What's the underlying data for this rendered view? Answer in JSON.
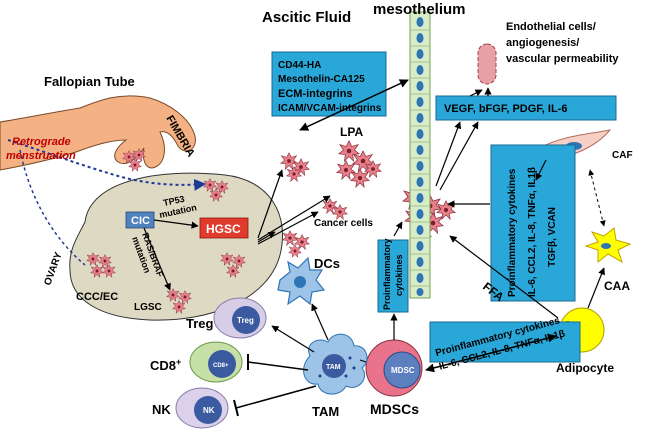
{
  "labels": {
    "ascitic_fluid": "Ascitic Fluid",
    "mesothelium": "mesothelium",
    "endothelial": [
      "Endothelial cells/",
      "angiogenesis/",
      "vascular permeability"
    ],
    "fallopian_tube": "Fallopian Tube",
    "fimbria": "FIMBRIA",
    "retrograde": [
      "Retrograde",
      "menstruation"
    ],
    "ovary": "OVARY",
    "ccc_ec": "CCC/EC",
    "cic": "CIC",
    "tp53": [
      "TP53",
      "mutation"
    ],
    "hgsc": "HGSC",
    "ras_braf": [
      "RAS/BRAF",
      "mutation"
    ],
    "lgsc": "LGSC",
    "cancer_cells": "Cancer cells",
    "lpa": "LPA",
    "ffa": "FFA",
    "caf": "CAF",
    "caa": "CAA",
    "adipocyte": "Adipocyte",
    "dcs": "DCs",
    "treg": "Treg",
    "treg_cell": "Treg",
    "cd8": "CD8",
    "cd8_sup": "+",
    "cd8_cell": "CD8+",
    "nk": "NK",
    "nk_cell": "NK",
    "tam": "TAM",
    "tam_cell": "TAM",
    "mdscs": "MDSCs",
    "mdsc_cell": "MDSC"
  },
  "boxes": {
    "adhesion": [
      "CD44-HA",
      "Mesothelin-CA125",
      "ECM-integrins",
      "ICAM/VCAM-integrins"
    ],
    "growth_factors": "VEGF, bFGF, PDGF, IL-6",
    "cytokines_right": [
      "Proinflammatory cytokines",
      "IL-6, CCL2, IL-8, TNFα, IL1β",
      "TGFβ, VCAN"
    ],
    "cytokines_mdsc": [
      "Proinflammatory",
      "cytokines"
    ],
    "cytokines_bottom": [
      "Proinflammatory cytokines",
      "IL-6, CCL2, IL-8, TNFα, IL1β"
    ]
  },
  "colors": {
    "box_fill": "#2aa7d9",
    "tube": "#f4b183",
    "ovary": "#ddd9c3",
    "tumor": "#e8808a",
    "cic": "#4f81bd",
    "hgsc": "#e03b2c",
    "mesothelium": "#d8ecc8",
    "vessel": "#e6a0a6",
    "caf": "#f7cfc4",
    "adipocyte": "#ffff00",
    "mdsc": "#e9738a",
    "cd8": "#c6e0a8",
    "nk": "#dcd1ea",
    "treg": "#d6cee6",
    "tam": "#9dc3e6"
  }
}
